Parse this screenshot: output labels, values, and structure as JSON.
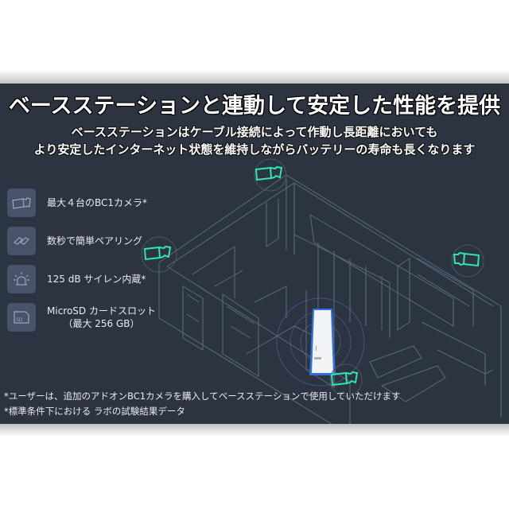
{
  "header": {
    "title": "ベースステーションと連動して安定した性能を提供",
    "subtitle_line1": "ベースステーションはケーブル接続によって作動し長距離においても",
    "subtitle_line2": "より安定したインターネット状態を維持しながらバッテリーの寿命も長くなります"
  },
  "features": [
    {
      "icon": "camera-icon",
      "label": "最大４台のBC1カメラ*"
    },
    {
      "icon": "link-icon",
      "label": "数秒で簡単ペアリング"
    },
    {
      "icon": "siren-icon",
      "label": "125 dB サイレン内蔵*"
    },
    {
      "icon": "sd-card-icon",
      "label": "MicroSD カードスロット",
      "label2": "（最大 256 GB）"
    }
  ],
  "footnotes": [
    "*ユーザーは、追加のアドオンBC1カメラを購入してベースステーションで使用していただけます",
    "*標準条件下における ラボの試験結果データ"
  ],
  "colors": {
    "panel_bg": "#2d3441",
    "icon_tile": "#47536b",
    "camera_accent": "#2ee6b0",
    "base_station_accent": "#2f6fe0",
    "line_art": "#6b7585"
  }
}
